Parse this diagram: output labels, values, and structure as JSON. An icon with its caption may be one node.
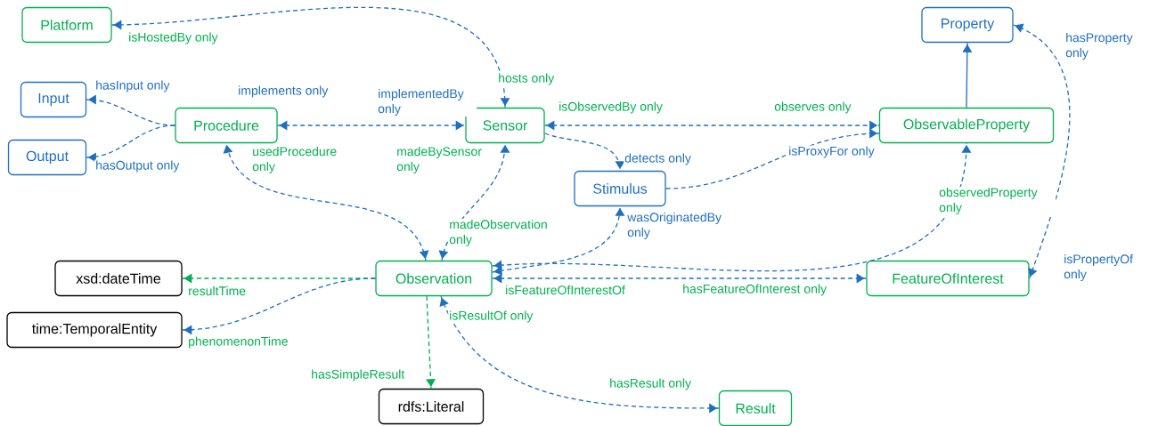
{
  "diagram": {
    "nodes": [
      {
        "text": [
          "Platform"
        ]
      },
      {
        "text": [
          "Property"
        ]
      },
      {
        "text": [
          "Input"
        ]
      },
      {
        "text": [
          "Procedure"
        ]
      },
      {
        "text": [
          "Sensor"
        ]
      },
      {
        "text": [
          "ObservableProperty"
        ]
      },
      {
        "text": [
          "Output"
        ]
      },
      {
        "text": [
          "Stimulus"
        ]
      },
      {
        "text": [
          "xsd:dateTime"
        ]
      },
      {
        "text": [
          "Observation"
        ]
      },
      {
        "text": [
          "FeatureOfInterest"
        ]
      },
      {
        "text": [
          "time:TemporalEntity"
        ]
      },
      {
        "text": [
          "rdfs:Literal"
        ]
      },
      {
        "text": [
          "Result"
        ]
      }
    ],
    "edges": [
      {
        "from": 0,
        "to": 4,
        "arrow": "both",
        "label": "hosts only",
        "style": "dashed"
      },
      {
        "from": 3,
        "to": 2,
        "arrow": "to",
        "label": "hasInput only",
        "style": "dashed"
      },
      {
        "from": 3,
        "to": 6,
        "arrow": "to",
        "label": "hasOutput only",
        "style": "dashed"
      },
      {
        "from": 3,
        "to": 4,
        "arrow": "both",
        "label": "implementedBy only",
        "style": "dashed"
      },
      {
        "from": 4,
        "to": 5,
        "arrow": "both",
        "label": "observes only",
        "style": "dashed"
      },
      {
        "from": 5,
        "to": 1,
        "arrow": "to"
      },
      {
        "from": 4,
        "to": 7,
        "arrow": "to",
        "label": "detects only",
        "style": "dashed"
      },
      {
        "from": 7,
        "to": 5,
        "arrow": "to",
        "label": "isProxyFor only",
        "style": "dashed"
      },
      {
        "from": 9,
        "to": 3,
        "arrow": "both",
        "label": "usedProcedure only",
        "style": "dashed"
      },
      {
        "from": 9,
        "to": 4,
        "arrow": "both",
        "label": "madeBySensor only",
        "style": "dashed"
      },
      {
        "from": 9,
        "to": 7,
        "arrow": "both",
        "label": "wasOriginatedBy only",
        "style": "dashed"
      },
      {
        "from": 9,
        "to": 5,
        "arrow": "both",
        "label": "observedProperty only",
        "style": "dashed"
      },
      {
        "from": 9,
        "to": 10,
        "arrow": "both",
        "label": "hasFeatureOfInterest only",
        "style": "dashed"
      },
      {
        "from": 10,
        "to": 1,
        "arrow": "both",
        "label": "hasProperty only",
        "style": "dashed"
      },
      {
        "from": 9,
        "to": 8,
        "arrow": "to",
        "label": "resultTime",
        "style": "dashed",
        "color": "#00b050"
      },
      {
        "from": 9,
        "to": 11,
        "arrow": "to",
        "label": "phenomenonTime",
        "style": "dashed"
      },
      {
        "from": 9,
        "to": 12,
        "arrow": "to",
        "label": "hasSimpleResult",
        "style": "dashed",
        "color": "#00b050"
      },
      {
        "from": 9,
        "to": 13,
        "arrow": "both",
        "label": "hasResult only",
        "style": "dashed"
      }
    ],
    "labels": [
      "isHostedBy only",
      "implements only",
      "isObservedBy only",
      "madeObservation only",
      "isPropertyOf only",
      "isFeatureOfInterestOf",
      "isResultOf only"
    ]
  }
}
